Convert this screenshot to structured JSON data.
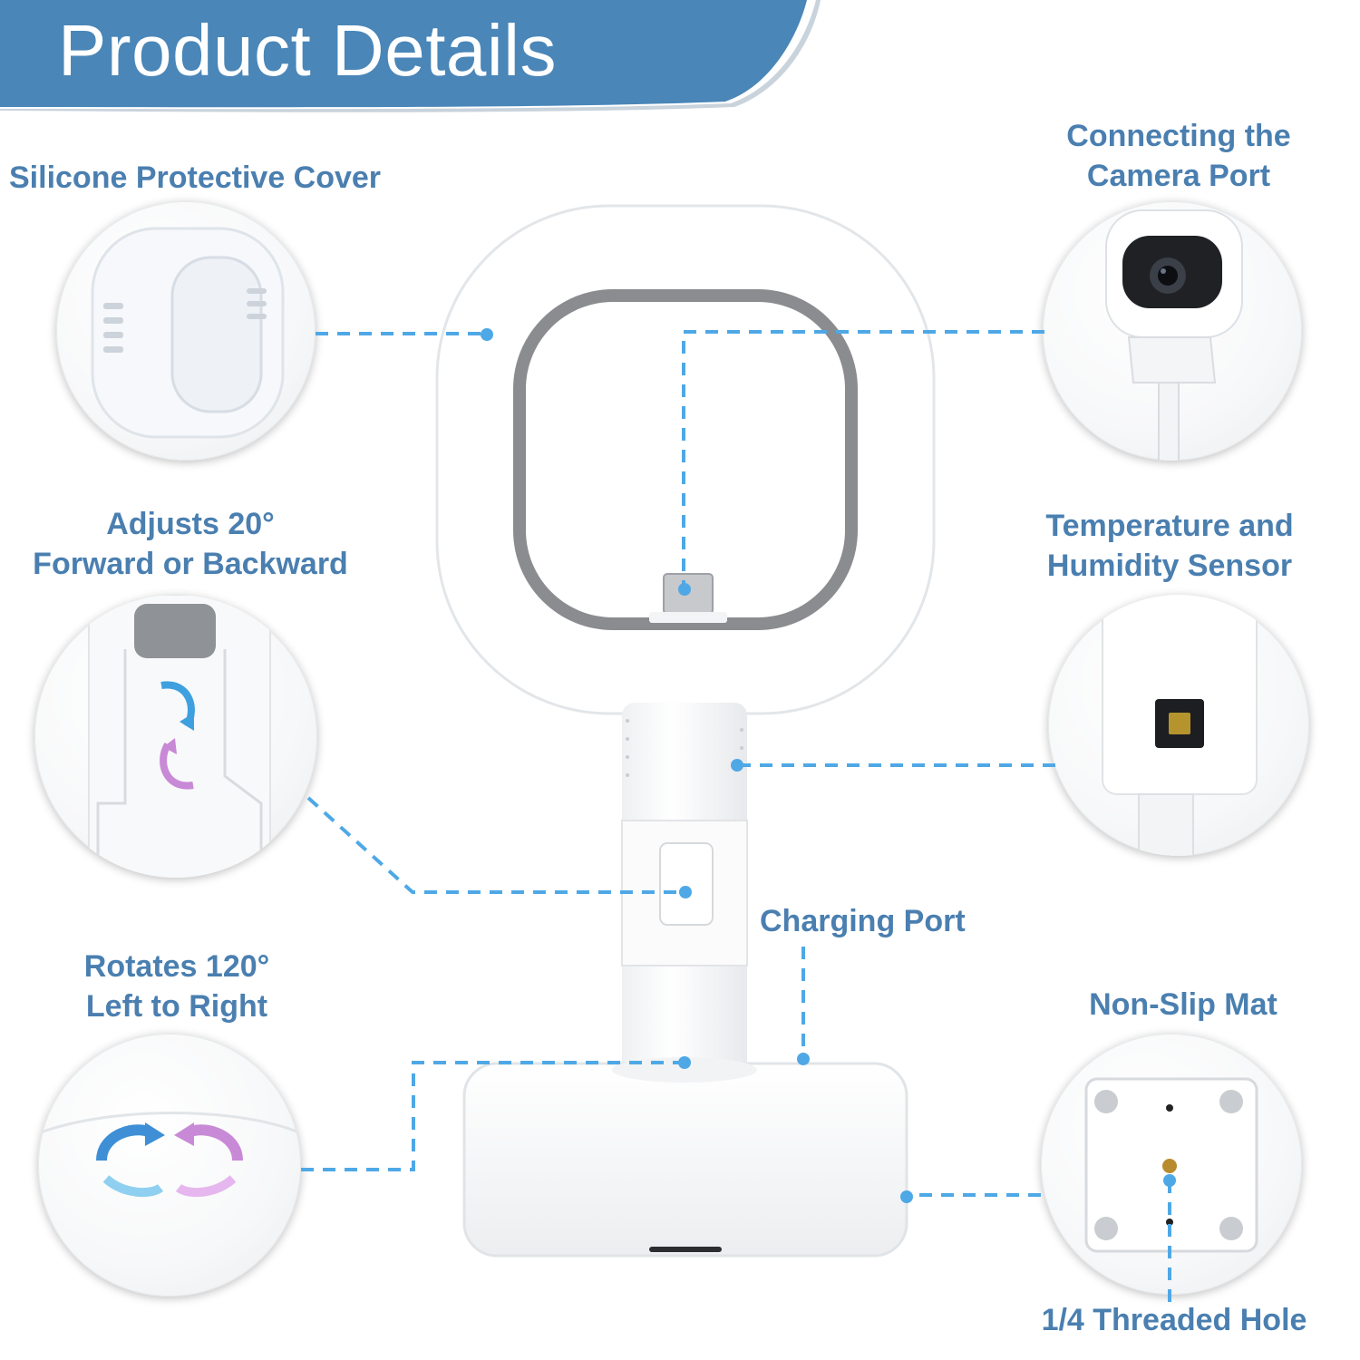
{
  "header": {
    "title": "Product Details"
  },
  "colors": {
    "banner": "#4a86b8",
    "label_text": "#4a7fb0",
    "leader_line": "#4fa8e6"
  },
  "callouts": {
    "silicone_cover": {
      "lines": [
        "Silicone Protective Cover"
      ]
    },
    "camera_port": {
      "lines": [
        "Connecting the",
        "Camera Port"
      ]
    },
    "adjusts": {
      "lines": [
        "Adjusts 20°",
        "Forward or Backward"
      ]
    },
    "temp_sensor": {
      "lines": [
        "Temperature and",
        "Humidity Sensor"
      ]
    },
    "charging_port": {
      "lines": [
        "Charging Port"
      ]
    },
    "rotates": {
      "lines": [
        "Rotates 120°",
        "Left to Right"
      ]
    },
    "non_slip_mat": {
      "lines": [
        "Non-Slip Mat"
      ]
    },
    "threaded_hole": {
      "lines": [
        "1/4 Threaded Hole"
      ]
    }
  },
  "icons": [
    "rotate-forward-backward-icon",
    "rotate-left-right-icon",
    "camera-lens-icon",
    "sensor-chip-icon"
  ]
}
